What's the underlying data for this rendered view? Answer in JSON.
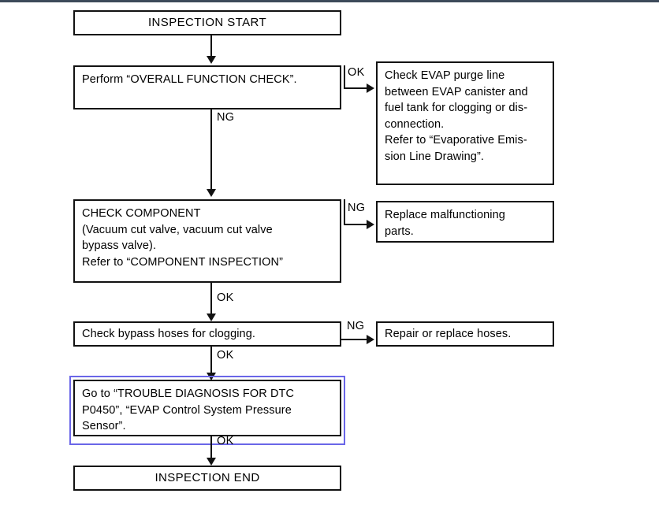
{
  "diagram": {
    "title": "EVAP Diagnostic Flow Chart",
    "type": "flowchart",
    "accent_highlight_color": "#6a66e8",
    "line_color": "#121212",
    "background_color": "#ffffff",
    "top_rule_color": "#3c4a5a"
  },
  "nodes": {
    "inspection_start": "INSPECTION START",
    "overall_function_check": "Perform “OVERALL FUNCTION CHECK”.",
    "check_evap_purge_line": "Check EVAP purge line\nbetween EVAP canister and\nfuel tank for clogging or dis-\nconnection.\nRefer to “Evaporative Emis-\nsion Line Drawing”.",
    "check_component": "CHECK COMPONENT\n(Vacuum cut valve, vacuum cut valve\nbypass valve).\nRefer to “COMPONENT INSPECTION”",
    "replace_malfunctioning_parts": "Replace malfunctioning\nparts.",
    "check_bypass_hoses": "Check bypass hoses for clogging.",
    "repair_or_replace_hoses": "Repair or replace hoses.",
    "go_to_trouble_diagnosis": "Go to “TROUBLE DIAGNOSIS FOR DTC\nP0450”, “EVAP Control System Pressure\nSensor”.",
    "inspection_end": "INSPECTION END"
  },
  "edge_labels": {
    "ok_overall_function_check": "OK",
    "ng_overall_function_check": "NG",
    "ng_check_component": "NG",
    "ok_check_component": "OK",
    "ng_bypass_hoses": "NG",
    "ok_bypass_hoses": "OK",
    "ok_trouble_diagnosis": "OK"
  }
}
